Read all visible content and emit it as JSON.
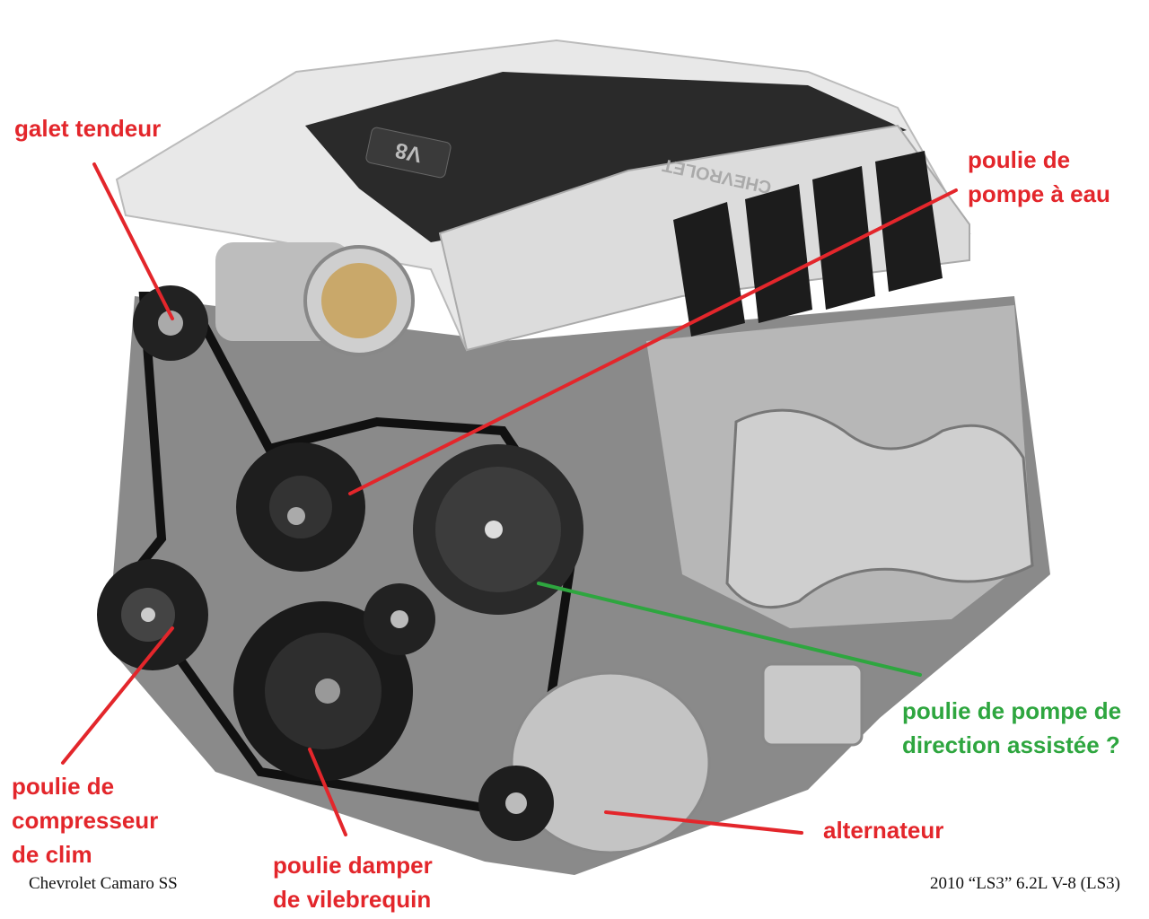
{
  "labels": {
    "tensioner": "galet tendeur",
    "water_pump": [
      "poulie de",
      "pompe à eau"
    ],
    "power_steering": [
      "poulie de pompe de",
      "direction assistée ?"
    ],
    "ac_compressor": [
      "poulie de",
      "compresseur",
      "de clim"
    ],
    "crank_damper": [
      "poulie damper",
      "de vilebrequin"
    ],
    "alternator": "alternateur"
  },
  "captions": {
    "left": "Chevrolet Camaro SS",
    "right": "2010 “LS3” 6.2L V-8 (LS3)"
  },
  "engine_badges": {
    "cover_badge": "V8",
    "brand": "CHEVROLET"
  },
  "colors": {
    "label_red": "#e3262b",
    "label_green": "#2ea63f"
  }
}
